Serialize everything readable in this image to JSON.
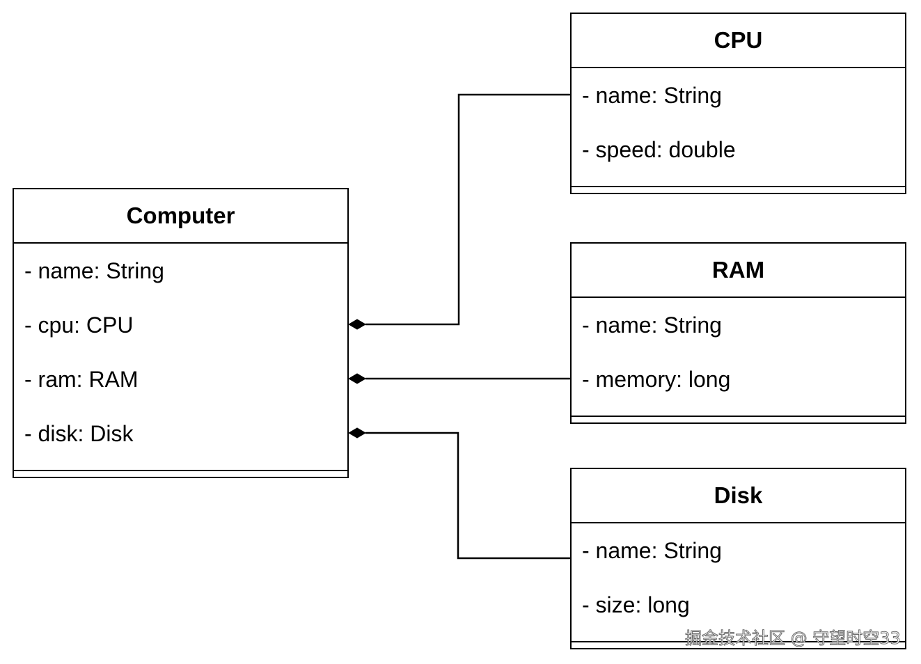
{
  "classes": {
    "computer": {
      "name": "Computer",
      "attributes": [
        "- name: String",
        "- cpu: CPU",
        "- ram: RAM",
        "- disk: Disk"
      ]
    },
    "cpu": {
      "name": "CPU",
      "attributes": [
        "- name: String",
        "- speed: double"
      ]
    },
    "ram": {
      "name": "RAM",
      "attributes": [
        "- name: String",
        "- memory: long"
      ]
    },
    "disk": {
      "name": "Disk",
      "attributes": [
        "- name: String",
        "- size: long"
      ]
    }
  },
  "relations": [
    {
      "from": "Computer",
      "to": "CPU",
      "type": "composition"
    },
    {
      "from": "Computer",
      "to": "RAM",
      "type": "composition"
    },
    {
      "from": "Computer",
      "to": "Disk",
      "type": "composition"
    }
  ],
  "watermark": "掘金技术社区 @ 守望时空33",
  "colors": {
    "line": "#000000",
    "background": "#ffffff"
  }
}
